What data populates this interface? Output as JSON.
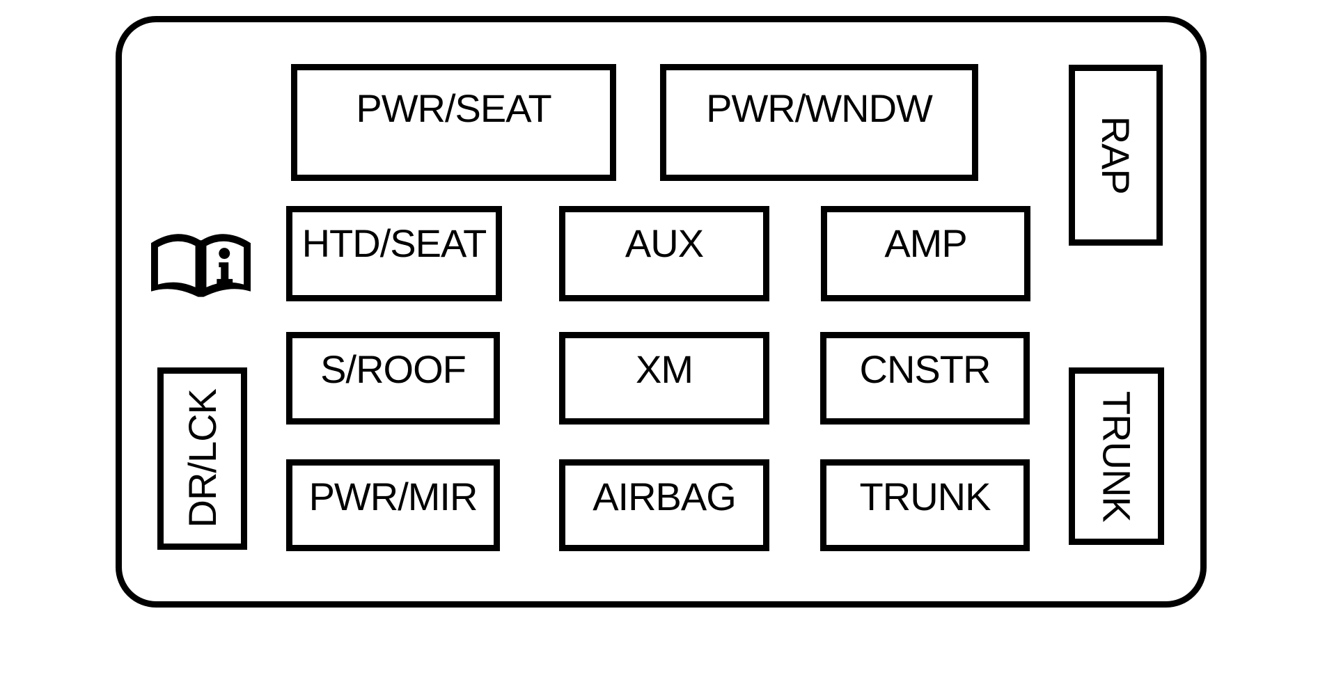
{
  "colors": {
    "line": "#000000",
    "background": "#ffffff"
  },
  "icons": {
    "owner_manual": "open-book-info-icon"
  },
  "fuses": {
    "pwr_seat": "PWR/SEAT",
    "pwr_wndw": "PWR/WNDW",
    "rap": "RAP",
    "htd_seat": "HTD/SEAT",
    "aux": "AUX",
    "amp": "AMP",
    "s_roof": "S/ROOF",
    "xm": "XM",
    "cnstr": "CNSTR",
    "dr_lck": "DR/LCK",
    "pwr_mir": "PWR/MIR",
    "airbag": "AIRBAG",
    "trunk_mid": "TRUNK",
    "trunk_side": "TRUNK"
  }
}
